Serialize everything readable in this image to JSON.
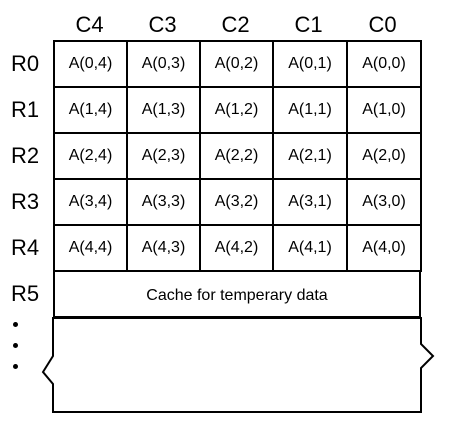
{
  "columns": [
    "C4",
    "C3",
    "C2",
    "C1",
    "C0"
  ],
  "rows": [
    "R0",
    "R1",
    "R2",
    "R3",
    "R4",
    "R5"
  ],
  "cells": [
    [
      "A(0,4)",
      "A(0,3)",
      "A(0,2)",
      "A(0,1)",
      "A(0,0)"
    ],
    [
      "A(1,4)",
      "A(1,3)",
      "A(1,2)",
      "A(1,1)",
      "A(1,0)"
    ],
    [
      "A(2,4)",
      "A(2,3)",
      "A(2,2)",
      "A(2,1)",
      "A(2,0)"
    ],
    [
      "A(3,4)",
      "A(3,3)",
      "A(3,2)",
      "A(3,1)",
      "A(3,0)"
    ],
    [
      "A(4,4)",
      "A(4,3)",
      "A(4,2)",
      "A(4,1)",
      "A(4,0)"
    ]
  ],
  "cache_label": "Cache for temperary data",
  "continuation_marker": "ellipsis-vertical"
}
